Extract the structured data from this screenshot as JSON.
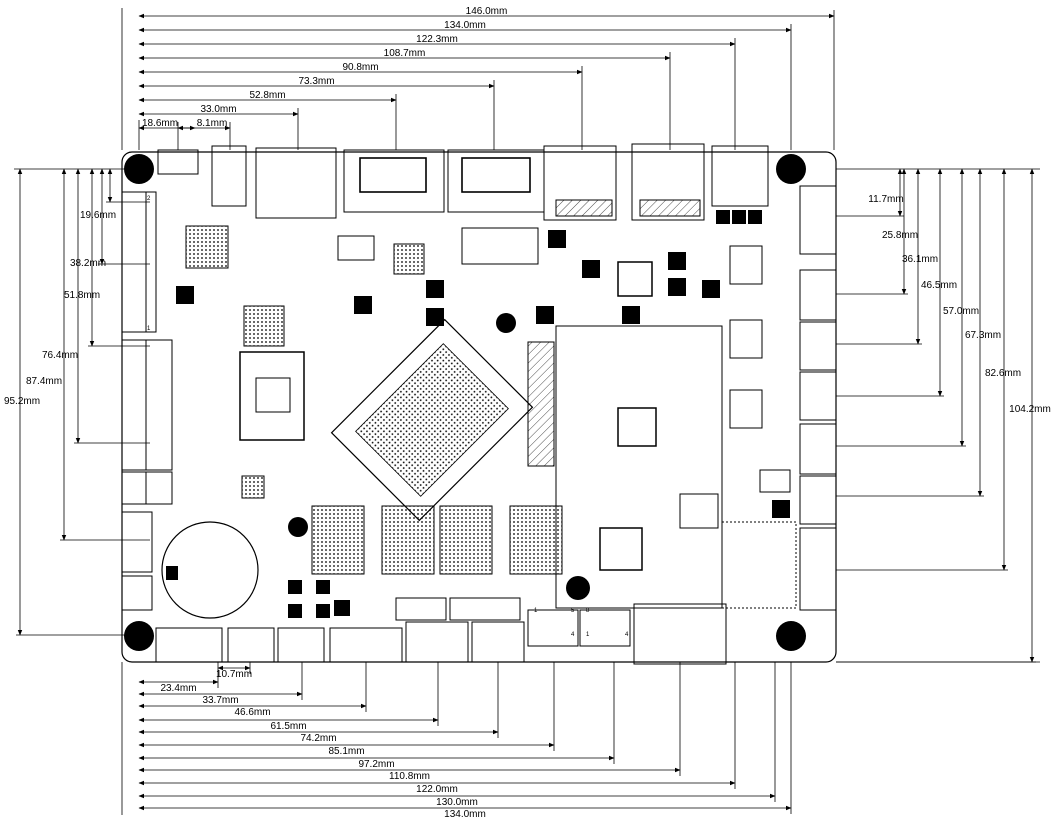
{
  "top_dimensions": [
    "146.0mm",
    "134.0mm",
    "122.3mm",
    "108.7mm",
    "90.8mm",
    "73.3mm",
    "52.8mm",
    "33.0mm",
    "18.6mm",
    "8.1mm"
  ],
  "bottom_dimensions": [
    "10.7mm",
    "23.4mm",
    "33.7mm",
    "46.6mm",
    "61.5mm",
    "74.2mm",
    "85.1mm",
    "97.2mm",
    "110.8mm",
    "122.0mm",
    "130.0mm",
    "134.0mm"
  ],
  "left_dimensions": [
    "19.6mm",
    "38.2mm",
    "51.8mm",
    "76.4mm",
    "87.4mm",
    "95.2mm"
  ],
  "right_dimensions": [
    "11.7mm",
    "25.8mm",
    "36.1mm",
    "46.5mm",
    "57.0mm",
    "67.3mm",
    "82.6mm",
    "104.2mm"
  ],
  "connector_pin_labels": [
    "1",
    "4",
    "5",
    "8",
    "1",
    "4",
    "2",
    "1"
  ]
}
